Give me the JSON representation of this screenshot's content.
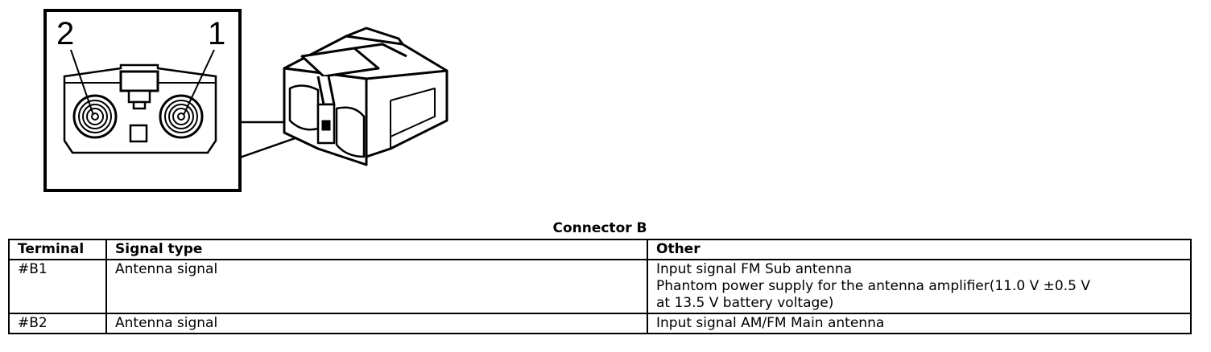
{
  "diagram": {
    "pin_labels": [
      "2",
      "1"
    ]
  },
  "table": {
    "title": "Connector B",
    "headers": [
      "Terminal",
      "Signal type",
      "Other"
    ],
    "rows": [
      {
        "terminal": "#B1",
        "signal_type": "Antenna signal",
        "other": [
          "Input signal FM Sub antenna",
          "Phantom power supply for the antenna amplifier(11.0 V ±0.5 V",
          "at 13.5 V battery voltage)"
        ]
      },
      {
        "terminal": "#B2",
        "signal_type": "Antenna signal",
        "other": [
          "Input signal AM/FM Main antenna"
        ]
      }
    ]
  }
}
